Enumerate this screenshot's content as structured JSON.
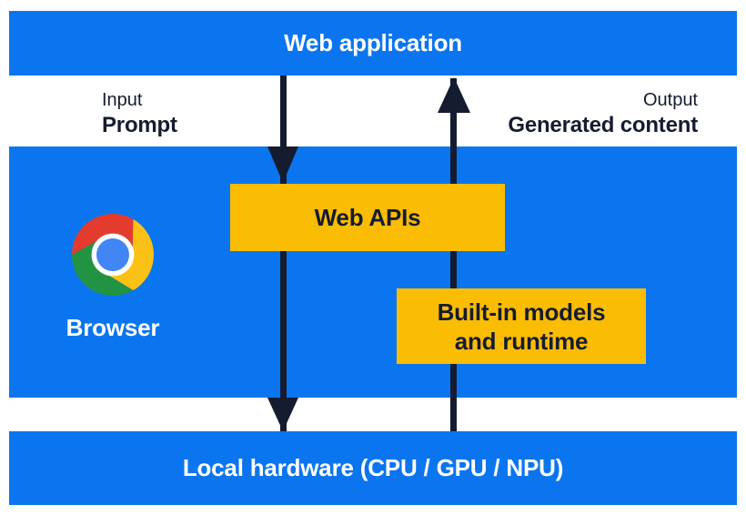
{
  "colors": {
    "band_blue": "#0b75f0",
    "box_yellow": "#fbbc04",
    "arrow_and_text_navy": "#151c30",
    "label_white": "#ffffff",
    "chrome_red": "#e33b2e",
    "chrome_green": "#229342",
    "chrome_yellow": "#fbc116",
    "chrome_blue": "#4285f4"
  },
  "diagram": {
    "top_bar": {
      "label": "Web application"
    },
    "flow_labels": {
      "input_title": "Input",
      "input_value": "Prompt",
      "output_title": "Output",
      "output_value": "Generated content"
    },
    "browser_section": {
      "browser_label": "Browser",
      "web_apis_box": {
        "label": "Web APIs"
      },
      "builtin_box": {
        "lines": [
          "Built-in models",
          "and runtime"
        ]
      }
    },
    "bottom_bar": {
      "label": "Local hardware (CPU / GPU / NPU)"
    },
    "icons": {
      "chrome_logo": "chrome-browser-icon"
    }
  }
}
